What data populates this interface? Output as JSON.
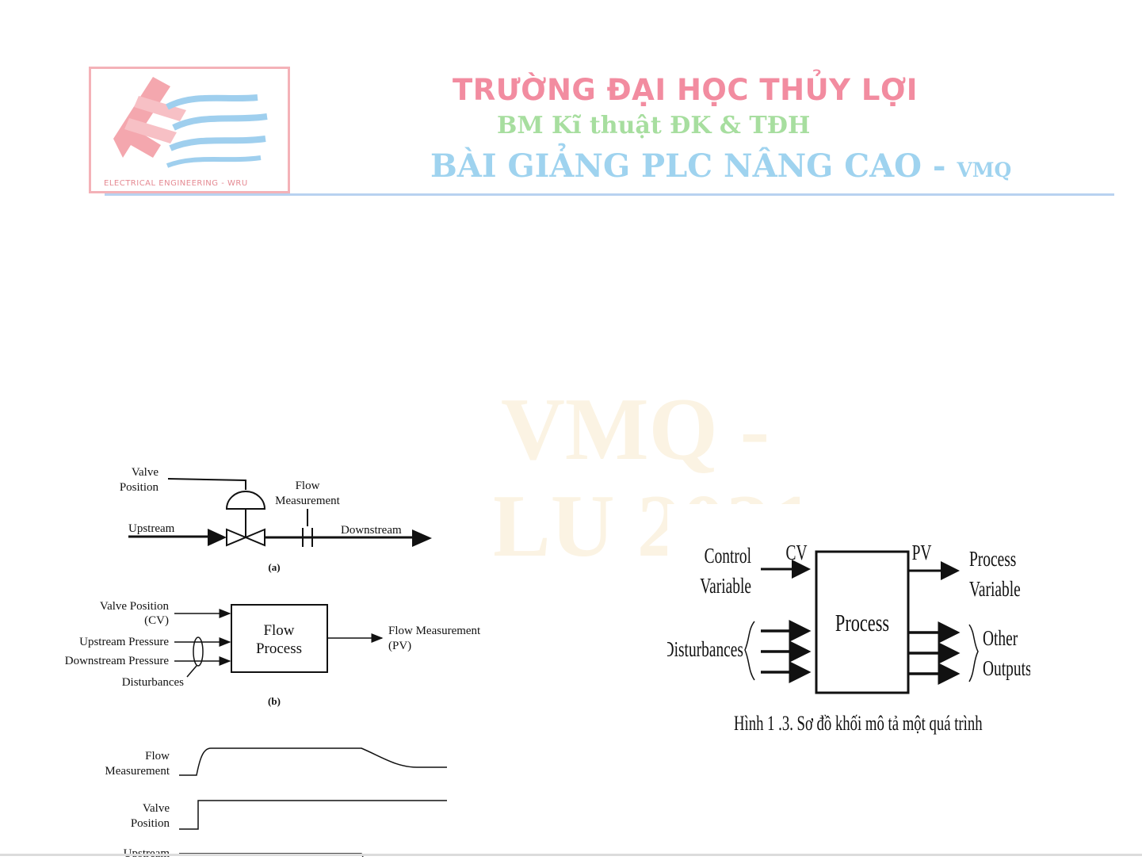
{
  "header": {
    "university": "TRƯỜNG ĐẠI HỌC THỦY LỢI",
    "department": "BM Kĩ thuật ĐK & TĐH",
    "course": "BÀI GIẢNG PLC NÂNG CAO -",
    "course_suffix": "VMQ",
    "logo_text": "ELECTRICAL ENGINEERING - WRU",
    "colors": {
      "university": "#f28ca0",
      "department": "#a7de9f",
      "course": "#9fd3ef",
      "rule": "#b8d2f0"
    }
  },
  "watermark": {
    "line1": "VMQ -",
    "line2": "LU 2021"
  },
  "figure_left": {
    "a": {
      "valve_position_1": "Valve",
      "valve_position_2": "Position",
      "flow_measurement_1": "Flow",
      "flow_measurement_2": "Measurement",
      "upstream": "Upstream",
      "downstream": "Downstream",
      "label": "(a)"
    },
    "b": {
      "valve_position": "Valve Position",
      "cv": "(CV)",
      "upstream_pressure": "Upstream Pressure",
      "downstream_pressure": "Downstream Pressure",
      "disturbances": "Disturbances",
      "block_1": "Flow",
      "block_2": "Process",
      "output_1": "Flow Measurement",
      "output_2": "(PV)",
      "label": "(b)"
    },
    "c": {
      "flow_1": "Flow",
      "flow_2": "Measurement",
      "valve_1": "Valve",
      "valve_2": "Position",
      "upstream_partial": "Upstream"
    }
  },
  "figure_right": {
    "control_1": "Control",
    "control_2": "Variable",
    "cv": "CV",
    "pv": "PV",
    "process": "Process",
    "process_var_1": "Process",
    "process_var_2": "Variable",
    "disturbances": "Disturbances",
    "other": "Other",
    "outputs": "Outputs",
    "caption": "Hình 1 .3. Sơ đồ khối mô tả một quá trình"
  }
}
